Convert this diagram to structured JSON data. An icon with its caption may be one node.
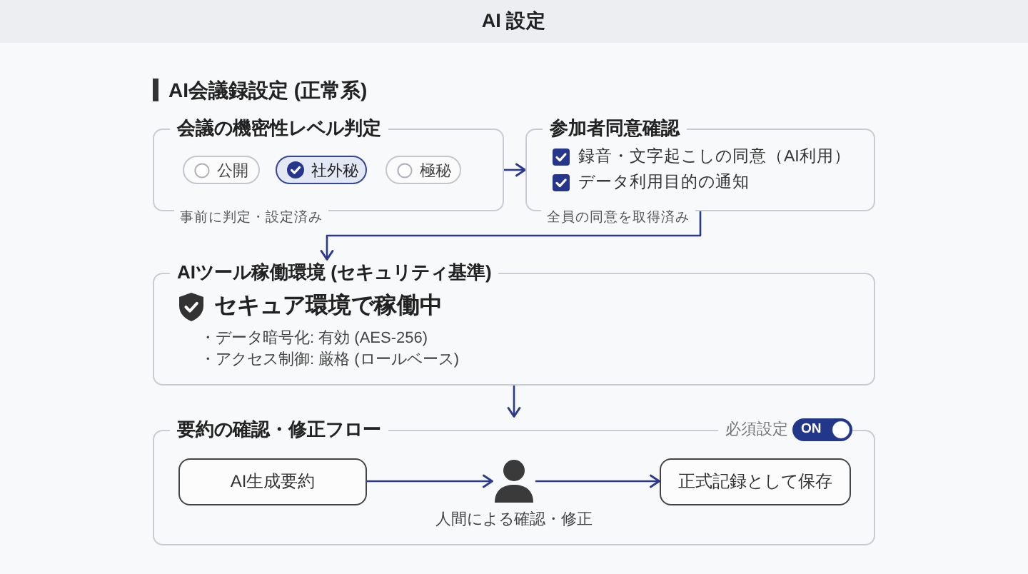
{
  "diagram": {
    "title": "AI 設定",
    "nodes": [
      {
        "text": [
          "会議の機密性レベル判定"
        ],
        "beside": [
          "事前に判定・設定済み"
        ]
      },
      {
        "text": [
          "公開"
        ],
        "in": 0
      },
      {
        "text": [
          "社外秘"
        ],
        "in": 0
      },
      {
        "text": [
          "極秘"
        ],
        "in": 0
      },
      {
        "text": [
          "参加者同意確認",
          "録音・文字起こしの同意（AI利用）",
          "データ利用目的の通知"
        ],
        "beside": [
          "全員の同意を取得済み"
        ]
      },
      {
        "text": [
          "AIツール稼働環境 (セキュリティ基準)",
          "セキュア環境で稼働中",
          "・データ暗号化: 有効 (AES-256)",
          "・アクセス制御: 厳格 (ロールベース)"
        ]
      },
      {
        "text": [
          "要約の確認・修正フロー"
        ]
      },
      {
        "text": [
          "AI生成要約"
        ],
        "in": 6
      },
      {
        "text": [],
        "shape": "person",
        "in": 6,
        "beside": [
          "人間による確認・修正"
        ]
      },
      {
        "text": [
          "正式記録として保存"
        ],
        "in": 6
      }
    ],
    "edges": [
      {
        "from": 0,
        "to": 4,
        "arrow": "to"
      },
      {
        "from": 4,
        "to": 5,
        "arrow": "to"
      },
      {
        "from": 5,
        "to": 6,
        "arrow": "to"
      },
      {
        "from": 7,
        "to": 8,
        "arrow": "to"
      },
      {
        "from": 8,
        "to": 9,
        "arrow": "to"
      }
    ],
    "labels": [
      "AI会議録設定 (正常系)",
      "必須設定",
      "ON"
    ]
  }
}
